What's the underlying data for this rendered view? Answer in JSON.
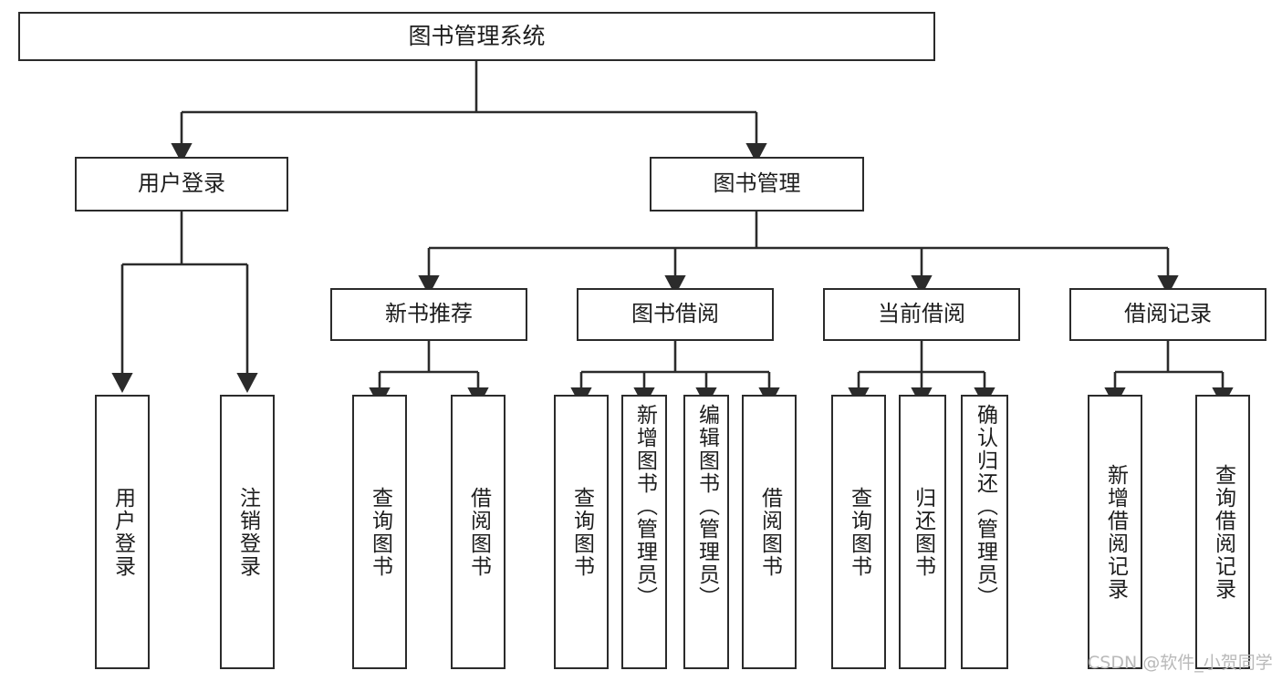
{
  "diagram": {
    "title": "图书管理系统",
    "type": "tree-hierarchy-chart",
    "orientation": "top-down",
    "colors": {
      "box_border": "#2b2b2b",
      "box_fill": "#ffffff",
      "edge": "#2b2b2b",
      "text": "#1d1d1d",
      "watermark": "#b9b9b9",
      "background": "#ffffff"
    }
  },
  "nodes": {
    "root": {
      "label": "图书管理系统"
    },
    "level2": [
      {
        "id": "user-login",
        "label": "用户登录"
      },
      {
        "id": "book-manage",
        "label": "图书管理"
      }
    ],
    "level3": [
      {
        "id": "new-book-recommend",
        "label": "新书推荐"
      },
      {
        "id": "book-borrow",
        "label": "图书借阅"
      },
      {
        "id": "current-borrow",
        "label": "当前借阅"
      },
      {
        "id": "borrow-record",
        "label": "借阅记录"
      }
    ],
    "leaves": [
      {
        "id": "leaf-user-login",
        "label": "用户登录",
        "parent": "user-login"
      },
      {
        "id": "leaf-logout-login",
        "label": "注销登录",
        "parent": "user-login"
      },
      {
        "id": "leaf-query-book-1",
        "label": "查询图书",
        "parent": "new-book-recommend"
      },
      {
        "id": "leaf-borrow-book-1",
        "label": "借阅图书",
        "parent": "new-book-recommend"
      },
      {
        "id": "leaf-query-book-2",
        "label": "查询图书",
        "parent": "book-borrow"
      },
      {
        "id": "leaf-add-book-admin",
        "label": "新增图书（管理员）",
        "parent": "book-borrow"
      },
      {
        "id": "leaf-edit-book-admin",
        "label": "编辑图书（管理员）",
        "parent": "book-borrow"
      },
      {
        "id": "leaf-borrow-book-2",
        "label": "借阅图书",
        "parent": "book-borrow"
      },
      {
        "id": "leaf-query-book-3",
        "label": "查询图书",
        "parent": "current-borrow"
      },
      {
        "id": "leaf-return-book",
        "label": "归还图书",
        "parent": "current-borrow"
      },
      {
        "id": "leaf-confirm-return-admin",
        "label": "确认归还（管理员）",
        "parent": "current-borrow"
      },
      {
        "id": "leaf-add-borrow-record",
        "label": "新增借阅记录",
        "parent": "borrow-record"
      },
      {
        "id": "leaf-query-borrow-record",
        "label": "查询借阅记录",
        "parent": "borrow-record"
      }
    ]
  },
  "watermark": {
    "text": "CSDN @软件_小贺同学"
  }
}
